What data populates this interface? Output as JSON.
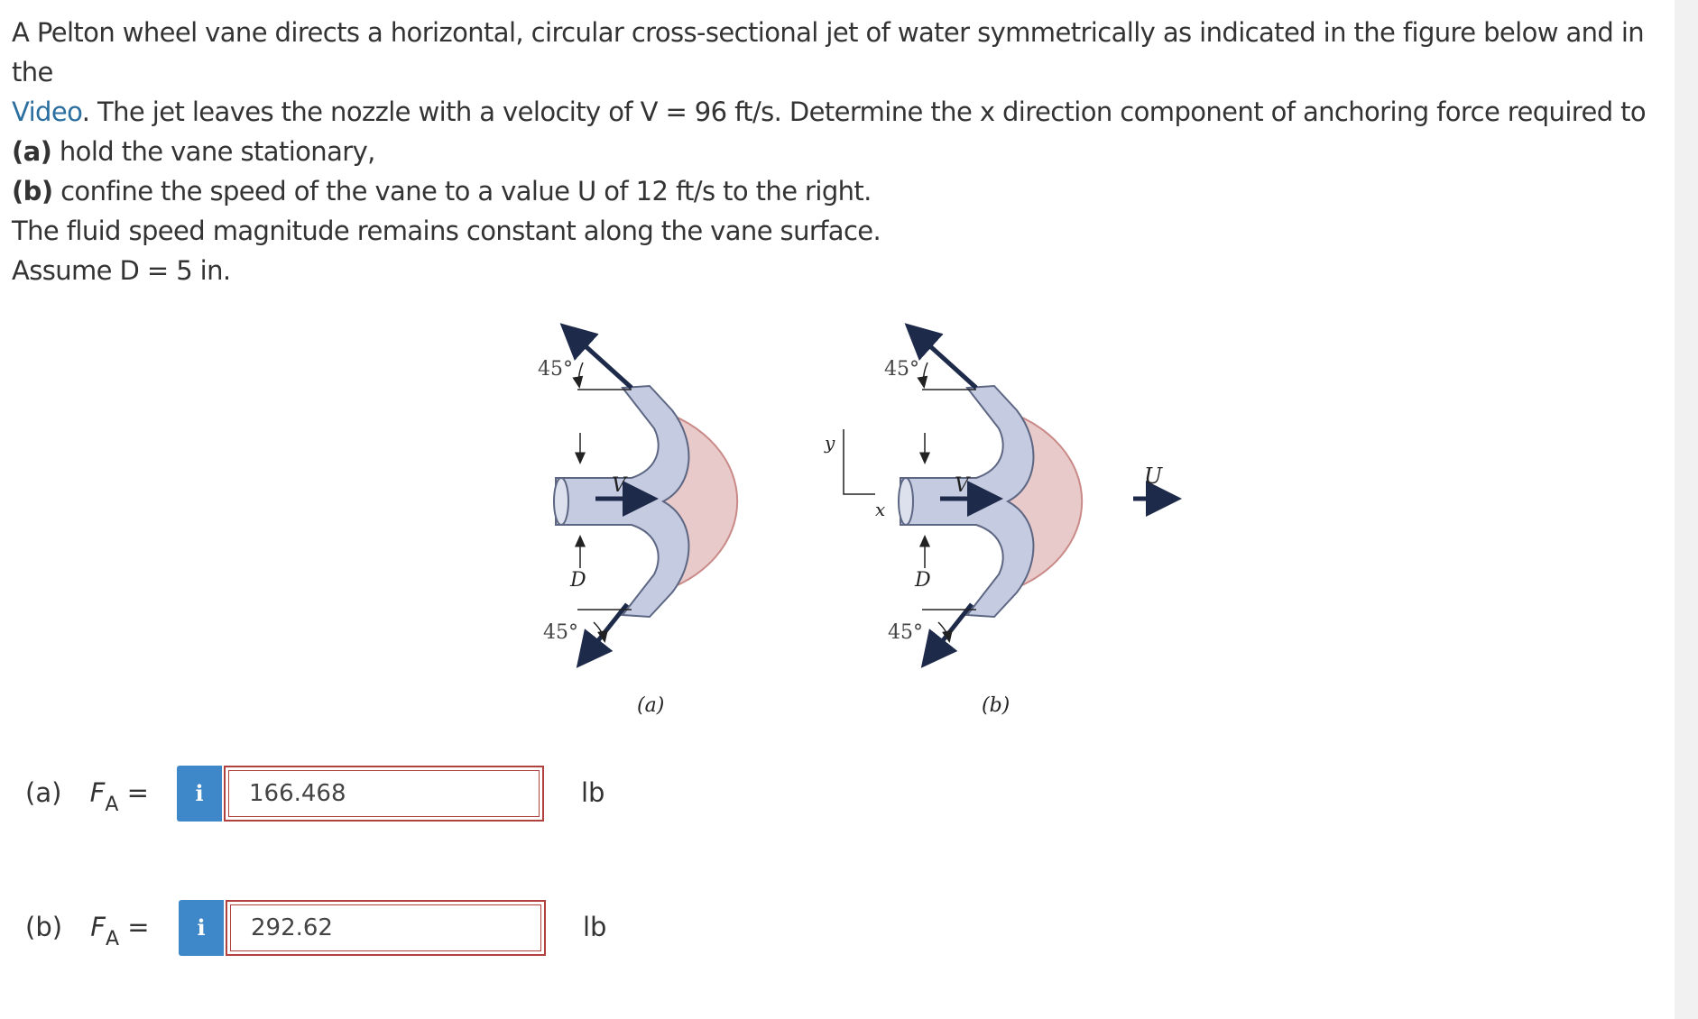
{
  "problem": {
    "line1": "A Pelton wheel vane directs a horizontal, circular cross-sectional jet of water symmetrically as indicated in the figure below and in the",
    "line2_link": "Video",
    "line2_rest": ". The jet leaves the nozzle with a velocity of V = 96 ft/s. Determine the x direction component of anchoring force required to",
    "part_a_tag": "(a)",
    "part_a_text": " hold the vane stationary,",
    "part_b_tag": "(b)",
    "part_b_text": " confine the speed of the vane to a value U of 12 ft/s to the right.",
    "line5": "The fluid speed magnitude remains constant along the vane surface.",
    "assume": "Assume D = 5 in."
  },
  "figure": {
    "a": {
      "angle_top": "45°",
      "angle_bottom": "45°",
      "velocity": "V",
      "diameter": "D",
      "caption": "(a)"
    },
    "b": {
      "angle_top": "45°",
      "angle_bottom": "45°",
      "velocity": "V",
      "diameter": "D",
      "caption": "(b)",
      "vane_velocity": "U"
    },
    "axes": {
      "y": "y",
      "x": "x"
    }
  },
  "answers": [
    {
      "label": "(a)",
      "var": "F",
      "sub": "A",
      "eq": " =",
      "value": "166.468",
      "unit": "lb",
      "info_icon": "i"
    },
    {
      "label": "(b)",
      "var": "F",
      "sub": "A",
      "eq": " =",
      "value": "292.62",
      "unit": "lb",
      "info_icon": "i"
    }
  ],
  "colors": {
    "info_button": "#3e87c8",
    "answer_border": "#b0413e",
    "link": "#2b6ea0",
    "vane": "#c5cbe0",
    "wheel": "#e8caca"
  }
}
